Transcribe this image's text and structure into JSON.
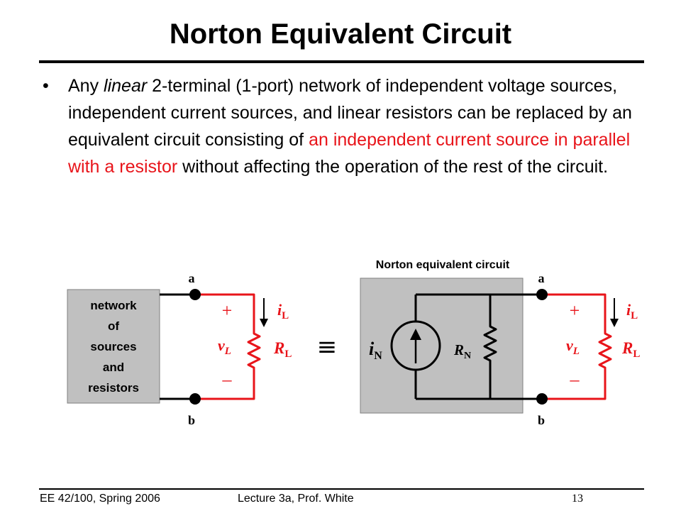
{
  "slide": {
    "title": "Norton Equivalent Circuit",
    "bullet_mark": "•",
    "bullet": {
      "t1": "Any ",
      "t2_italic": "linear",
      "t3": " 2-terminal (1-port) network of independent voltage sources, independent current sources, and linear resistors can be replaced by an equivalent circuit consisting of ",
      "t4_red": "an independent current source in parallel with a resistor",
      "t5": " without affecting the operation of the rest of the circuit."
    }
  },
  "diagram": {
    "network_box": [
      "network",
      "of",
      "sources",
      "and",
      "resistors"
    ],
    "norton_caption": "Norton equivalent circuit",
    "terminal_a": "a",
    "terminal_b": "b",
    "plus": "+",
    "minus": "–",
    "v_main": "v",
    "v_sub": "L",
    "i_main": "i",
    "i_sub": "L",
    "r_main": "R",
    "r_sub": "L",
    "iN_main": "i",
    "iN_sub": "N",
    "RN_main": "R",
    "RN_sub": "N",
    "equiv": "≡"
  },
  "footer": {
    "course": "EE 42/100, Spring 2006",
    "lecture": "Lecture 3a, Prof. White",
    "page": "13"
  },
  "colors": {
    "red": "#e8141a",
    "box_gray": "#c0c0c0"
  }
}
